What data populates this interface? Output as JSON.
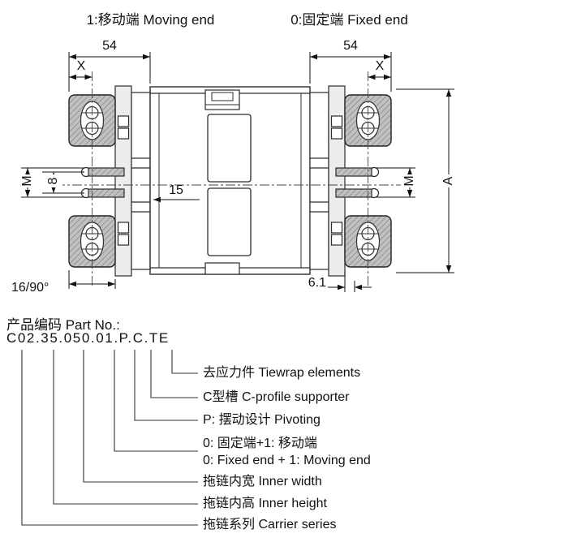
{
  "header": {
    "moving_end": "1:移动端 Moving end",
    "fixed_end": "0:固定端 Fixed end"
  },
  "dims": {
    "w54_left": "54",
    "w54_right": "54",
    "x_left": "X",
    "x_right": "X",
    "m_left": "M",
    "m_right": "M",
    "d8": "8",
    "d15": "15",
    "a": "A",
    "angle": "16/90°",
    "d61": "6.1"
  },
  "part": {
    "label": "产品编码 Part No.:",
    "code": "C02.35.050.01.P.C.TE",
    "breakdown": [
      {
        "code": "TE",
        "label": "去应力件 Tiewrap elements"
      },
      {
        "code": "C",
        "label": "C型槽 C-profile supporter"
      },
      {
        "code": "P",
        "label": "P: 摆动设计 Pivoting"
      },
      {
        "code": "01",
        "label": "0: 固定端+1: 移动端",
        "label2": "0: Fixed end + 1: Moving end"
      },
      {
        "code": "050",
        "label": "拖链内宽 Inner width"
      },
      {
        "code": "35",
        "label": "拖链内高 Inner height"
      },
      {
        "code": "C02",
        "label": "拖链系列 Carrier series"
      }
    ]
  },
  "colors": {
    "hatch_fill": "#c0c0c0",
    "hatch_line": "#828282",
    "line": "#2c2c2c",
    "dimension": "#111111",
    "background": "#ffffff"
  }
}
